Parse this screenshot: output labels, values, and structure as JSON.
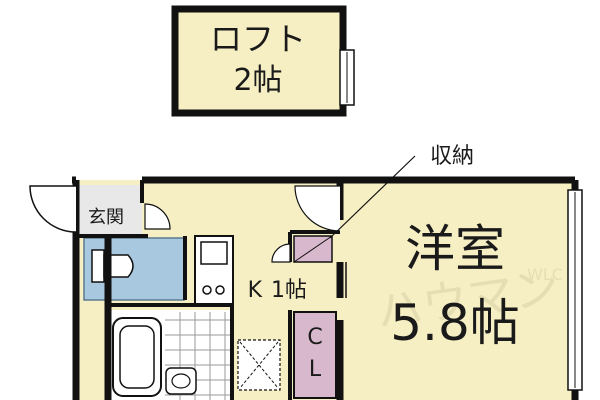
{
  "loft": {
    "name": "ロフト",
    "size": "2帖"
  },
  "rooms": {
    "genkan": "玄関",
    "storage": "収納",
    "kitchen": {
      "name": "K",
      "size": "1帖"
    },
    "closet": {
      "line1": "C",
      "line2": "L"
    },
    "western": {
      "name": "洋室",
      "size": "5.8帖"
    }
  },
  "watermark": {
    "text": "ハウマン",
    "small": "WLC"
  },
  "colors": {
    "room_fill": "#f6efc3",
    "bath_fill": "#a8c8e0",
    "closet_fill": "#d8b8cc",
    "wall": "#111111"
  }
}
